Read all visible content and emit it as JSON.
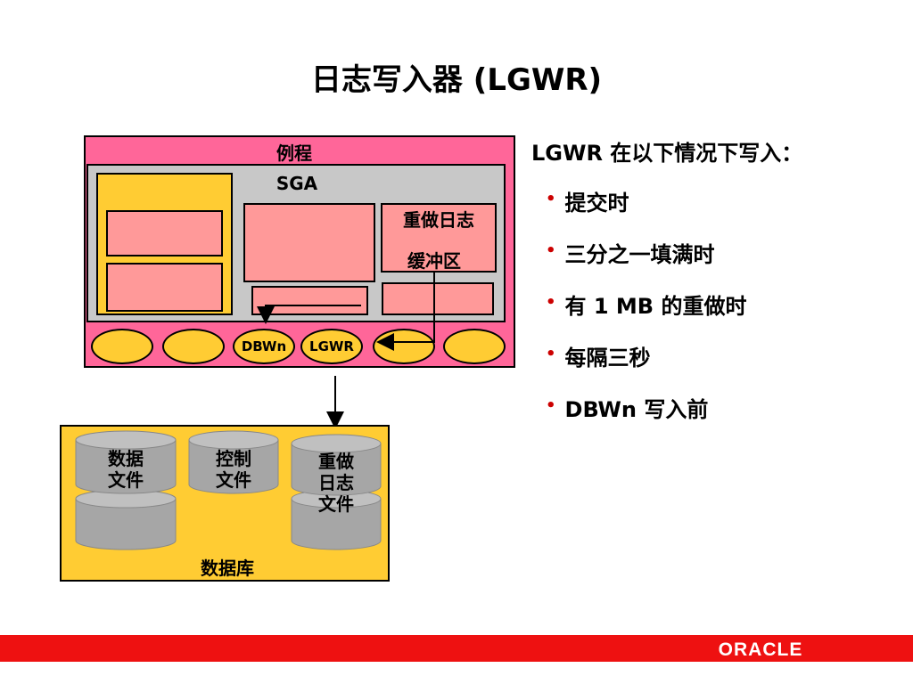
{
  "slide": {
    "title": "日志写入器 (LGWR)"
  },
  "instance": {
    "label": "例程",
    "sga_label": "SGA",
    "redo_buffer_line1": "重做日志",
    "redo_buffer_line2": "缓冲区",
    "processes": [
      "",
      "",
      "DBWn",
      "LGWR",
      "",
      ""
    ]
  },
  "database": {
    "label": "数据库",
    "datafiles": "数据\n文件",
    "controlfiles": "控制\n文件",
    "redologfiles": "重做\n日志\n文件"
  },
  "notes": {
    "heading": "LGWR 在以下情况下写入：",
    "bullets": [
      "提交时",
      "三分之一填满时",
      "有 1 MB 的重做时",
      "每隔三秒",
      "DBWn 写入前"
    ]
  },
  "branding": {
    "logo": "ORACLE",
    "bar_color": "#ee1111"
  },
  "colors": {
    "instance": "#ff6699",
    "sga": "#c8c8c8",
    "pool": "#ffcc33",
    "buffer": "#ff9999",
    "cylinder": "#a6a6a6"
  }
}
